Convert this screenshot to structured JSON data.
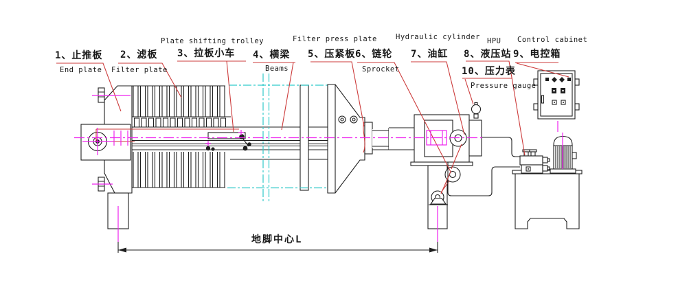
{
  "colors": {
    "leader_red": "#cc3b3b",
    "centerline_magenta": "#ee22ee",
    "beam_cyan": "#2fc9c9",
    "line_black": "#1f1f1f"
  },
  "labels": [
    {
      "zh": "1、止推板",
      "en": "End plate"
    },
    {
      "zh": "2、滤板",
      "en": "Filter plate"
    },
    {
      "zh": "3、拉板小车",
      "en": "Plate shifting trolley"
    },
    {
      "zh": "4、横梁",
      "en": "Beams"
    },
    {
      "zh": "5、压紧板",
      "en": "Filter press plate"
    },
    {
      "zh": "6、链轮",
      "en": "Sprocket"
    },
    {
      "zh": "7、油缸",
      "en": "Hydraulic cylinder"
    },
    {
      "zh": "8、液压站",
      "en": "HPU"
    },
    {
      "zh": "9、电控箱",
      "en": "Control cabinet"
    },
    {
      "zh": "10、压力表",
      "en": "Pressure gauge"
    }
  ],
  "dimension": {
    "label": "地脚中心L"
  }
}
